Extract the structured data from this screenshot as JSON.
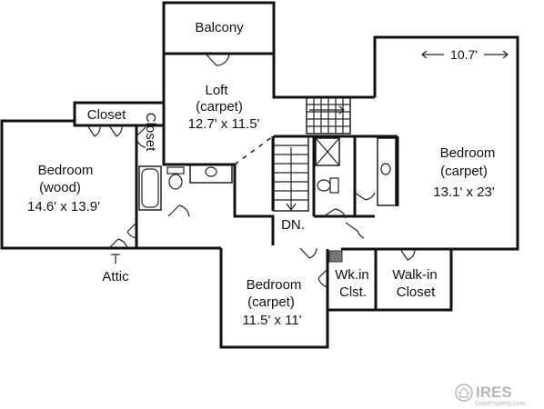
{
  "rooms": {
    "balcony": {
      "name": "Balcony"
    },
    "loft": {
      "name": "Loft",
      "floor": "(carpet)",
      "size": "12.7' x 11.5'"
    },
    "closet_top": {
      "name": "Closet"
    },
    "closet_side": {
      "name": "Closet"
    },
    "bedroom_left": {
      "name": "Bedroom",
      "floor": "(wood)",
      "size": "14.6' x 13.9'"
    },
    "bedroom_right": {
      "name": "Bedroom",
      "floor": "(carpet)",
      "size": "13.1' x 23'",
      "width_dim": "10.7'"
    },
    "bedroom_bottom": {
      "name": "Bedroom",
      "floor": "(carpet)",
      "size": "11.5' x 11'"
    },
    "wkin": {
      "line1": "Wk.in",
      "line2": "Clst."
    },
    "walkin": {
      "line1": "Walk-in",
      "line2": "Closet"
    },
    "attic": {
      "name": "Attic"
    },
    "stairs": {
      "label": "DN."
    }
  },
  "watermark": {
    "brand": "IRES",
    "sub": "ColoProperty.com"
  }
}
